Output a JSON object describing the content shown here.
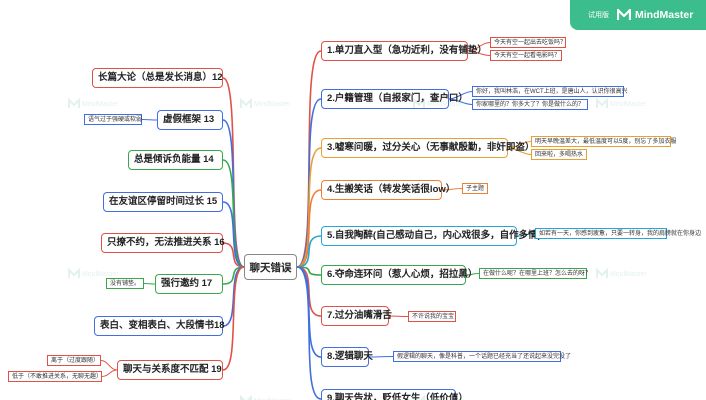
{
  "brand": {
    "trial_label": "试用版",
    "name": "MindMaster",
    "color": "#3cbd8e"
  },
  "watermark": {
    "text": "MindMaster"
  },
  "center": {
    "label": "聊天错误"
  },
  "right_branches": [
    {
      "label": "1.单刀直入型（急功近利，没有铺垫）",
      "color": "#e05247",
      "notes": [
        "今天有空一起出去吃饭吗？",
        "今天有空一起看电影吗？"
      ]
    },
    {
      "label": "2.户籍管理（自报家门，查户口）",
      "color": "#3f6fe0",
      "notes": [
        "你好，我叫林浩，在WCT上班，是唐山人，认识你很高兴",
        "你家哪里的？你多大了？你是做什么的？"
      ]
    },
    {
      "label": "3.嘘寒问暖，过分关心（无事献殷勤，非奸即盗）",
      "color": "#e8a030",
      "notes": [
        "明天早晚温差大，最低温度可以5度，别忘了多加衣服",
        "回来啦，多喝热水"
      ]
    },
    {
      "label": "4.生搬笑话（转发笑话很low）",
      "color": "#ef7f38",
      "notes": [
        "子主题"
      ]
    },
    {
      "label": "5.自我陶醉(自己感动自己，内心戏很多，自作多情)",
      "color": "#26a6d8",
      "notes": [
        "如若有一天，你感到疲惫，只要一转身，我的肩膀就在你身边"
      ]
    },
    {
      "label": "6.夺命连环问（惹人心烦，招拉黑）",
      "color": "#3aa84a",
      "notes": [
        "在做什么呢？在哪里上班？怎么去的呀？"
      ]
    },
    {
      "label": "7.过分油嘴滑舌",
      "color": "#e05247",
      "notes": [
        "不许说我的宝宝"
      ]
    },
    {
      "label": "8.逻辑聊天",
      "color": "#3f6fe0",
      "notes": [
        "假逻辑的聊天，像是科普，一个话题已经充当了还说起来没完没了"
      ]
    },
    {
      "label": "9.聊天告状，贬低女生（低价值）",
      "color": "#3f6fe0",
      "notes": []
    }
  ],
  "left_branches": [
    {
      "label": "长篇大论（总是发长消息）12",
      "color": "#e05247",
      "notes": []
    },
    {
      "label": "虚假框架 13",
      "color": "#3f6fe0",
      "notes": [
        "语气过于强硬或软弱"
      ]
    },
    {
      "label": "总是倾诉负能量 14",
      "color": "#3aa84a",
      "notes": []
    },
    {
      "label": "在友谊区停留时间过长 15",
      "color": "#3f6fe0",
      "notes": []
    },
    {
      "label": "只撩不约，无法推进关系 16",
      "color": "#e05247",
      "notes": []
    },
    {
      "label": "强行邀约 17",
      "color": "#3aa84a",
      "notes": [
        "没有铺垫。"
      ]
    },
    {
      "label": "表白、变相表白、大段情书18",
      "color": "#3f6fe0",
      "notes": []
    },
    {
      "label": "聊天与关系度不匹配 19",
      "color": "#e05247",
      "notes": [
        "离于（过度跟随）",
        "低于（不敢推进关系，无聊无趣）"
      ]
    }
  ]
}
